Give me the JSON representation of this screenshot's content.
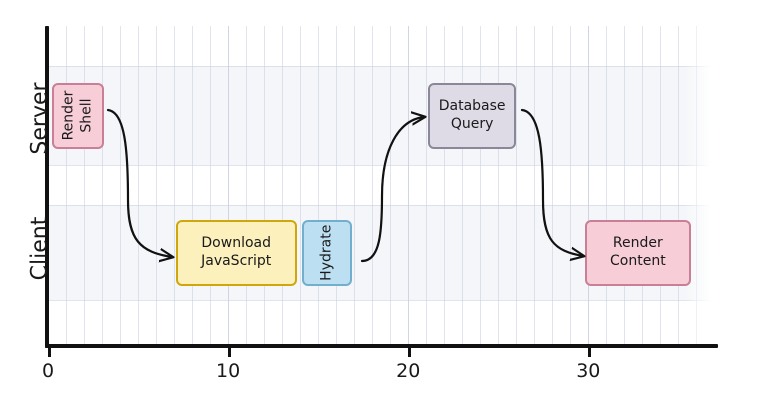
{
  "chart_data": {
    "type": "bar",
    "title": "",
    "xlabel": "",
    "ylabel": "",
    "xlim": [
      0,
      37.2
    ],
    "categories": [
      "Server",
      "Client"
    ],
    "xticks": [
      0,
      10,
      20,
      30
    ],
    "xtick_labels": [
      "0",
      "10",
      "20",
      "30"
    ],
    "grid": true,
    "legend": "none",
    "lanes": [
      {
        "name": "Server",
        "label": "Server"
      },
      {
        "name": "Client",
        "label": "Client"
      }
    ],
    "tasks": [
      {
        "label": "Render\nShell",
        "label_line1": "Render",
        "label_line2": "Shell",
        "lane": "Server",
        "start": 0.2,
        "end": 3.1,
        "duration": 2.9,
        "fill": "#f7cdd8",
        "stroke": "#c97f95",
        "rotated": true
      },
      {
        "label": "Download\nJavaScript",
        "label_line1": "Download",
        "label_line2": "JavaScript",
        "lane": "Client",
        "start": 7.1,
        "end": 13.8,
        "duration": 6.7,
        "fill": "#fcf0bd",
        "stroke": "#cfa70b",
        "rotated": false
      },
      {
        "label": "Hydrate",
        "label_line1": "Hydrate",
        "label_line2": "",
        "lane": "Client",
        "start": 14.1,
        "end": 16.9,
        "duration": 2.8,
        "fill": "#bddff2",
        "stroke": "#72aecd",
        "rotated": true
      },
      {
        "label": "Database\nQuery",
        "label_line1": "Database",
        "label_line2": "Query",
        "lane": "Server",
        "start": 21.1,
        "end": 26.0,
        "duration": 4.9,
        "fill": "#dedbe6",
        "stroke": "#8c8798",
        "rotated": false
      },
      {
        "label": "Render\nContent",
        "label_line1": "Render",
        "label_line2": "Content",
        "lane": "Client",
        "start": 29.8,
        "end": 35.7,
        "duration": 5.9,
        "fill": "#f7cdd8",
        "stroke": "#c97f95",
        "rotated": false
      }
    ],
    "connections": [
      {
        "from": "Render Shell",
        "to": "Download JavaScript"
      },
      {
        "from": "Hydrate",
        "to": "Database Query"
      },
      {
        "from": "Database Query",
        "to": "Render Content"
      }
    ],
    "colors": {
      "axis": "#111111",
      "grid": "#c9cee0",
      "band": "#f4f6f9",
      "background": "#ffffff",
      "arrow": "#111111"
    }
  }
}
